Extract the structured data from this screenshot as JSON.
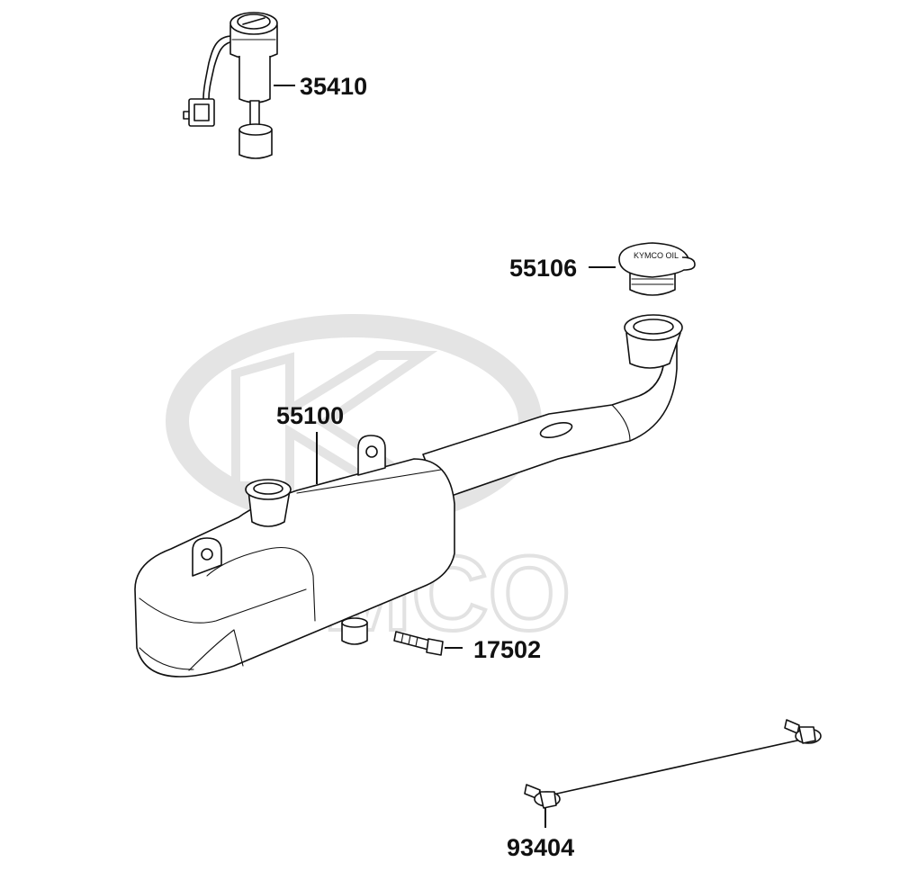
{
  "watermark": {
    "brand_text": "KYMCO",
    "color": "#e2e2e2"
  },
  "parts": [
    {
      "id": "35410"
    },
    {
      "id": "55106"
    },
    {
      "id": "55100"
    },
    {
      "id": "17502"
    },
    {
      "id": "93404"
    }
  ],
  "cap_marking": "KYMCO OIL",
  "colors": {
    "line": "#111111",
    "background": "#ffffff"
  }
}
